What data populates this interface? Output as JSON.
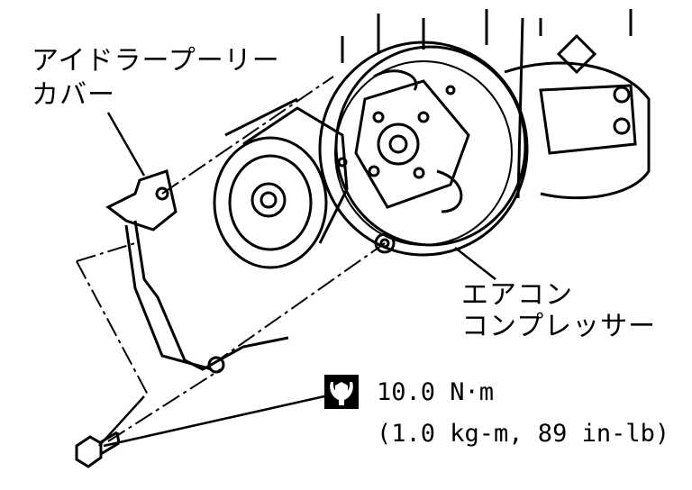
{
  "labels": {
    "idler_cover_line1": "アイドラープーリー",
    "idler_cover_line2": "カバー",
    "compressor_line1": "エアコン",
    "compressor_line2": "コンプレッサー"
  },
  "torque": {
    "icon": "torque-wrench-icon",
    "metric": "10.0 N·m",
    "imperial": "(1.0 kg-m, 89 in-lb)"
  }
}
